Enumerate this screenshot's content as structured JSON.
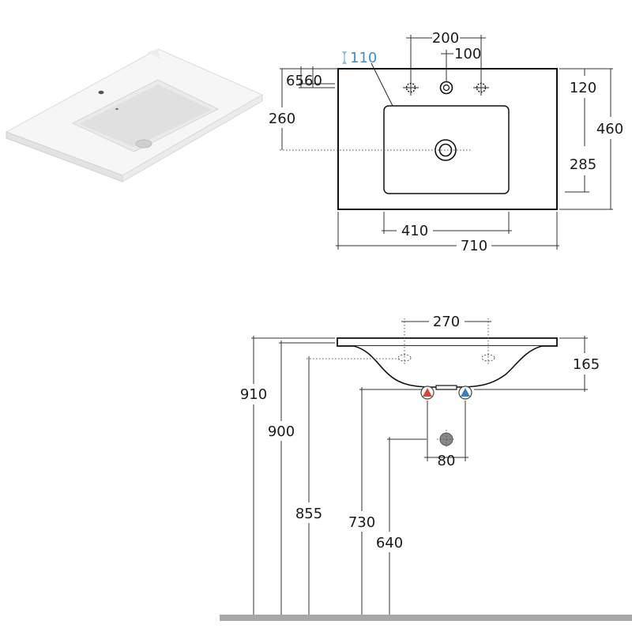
{
  "colors": {
    "line": "#222222",
    "overflow_accent": "#3a8fd6",
    "hot_water": "#d9452e",
    "cold_water": "#2f7fcf",
    "floor": "#a7a7a7",
    "waste": "#777777"
  },
  "icons": {
    "hot": "hot-water-connector-icon",
    "cold": "cold-water-connector-icon",
    "waste": "waste-outlet-icon",
    "overflow": "overflow-arrow-icon"
  },
  "plan_view": {
    "tap_holes_outer": "200",
    "tap_holes_inner": "100",
    "overflow_height": "110",
    "edge_offset_a": "65",
    "edge_offset_b": "60",
    "waste_from_back": "260",
    "back_to_tap": "120",
    "overall_depth": "460",
    "basin_depth": "285",
    "basin_width": "410",
    "overall_width": "710"
  },
  "elevation_view": {
    "hole_spacing": "270",
    "basin_height": "165",
    "height_top": "910",
    "height_rim": "900",
    "height_tap": "855",
    "height_supply": "730",
    "height_waste": "640",
    "supply_spacing": "80"
  }
}
